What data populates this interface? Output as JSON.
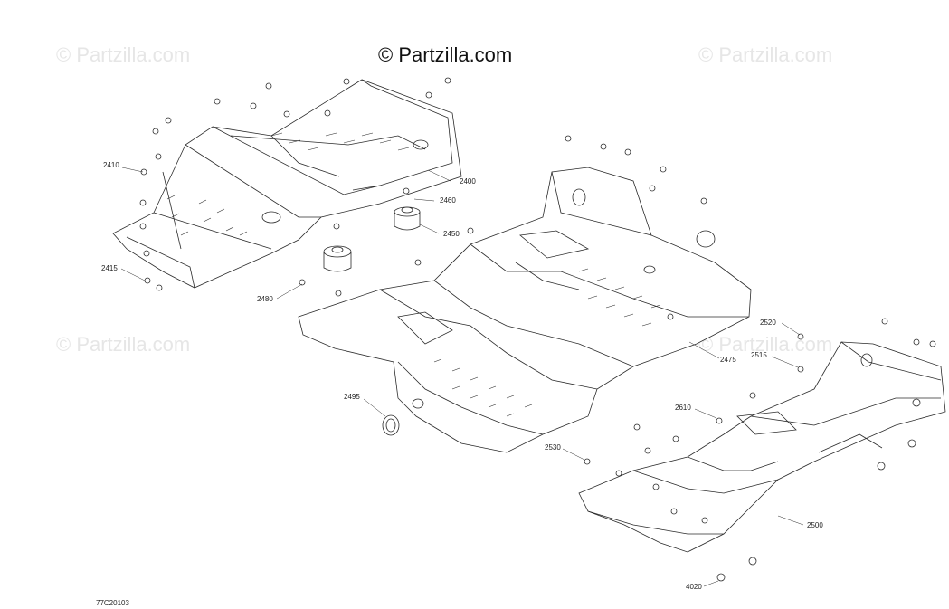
{
  "copyright": "© Partzilla.com",
  "watermarks": [
    "© Partzilla.com",
    "© Partzilla.com",
    "© Partzilla.com",
    "© Partzilla.com"
  ],
  "diagram_code": "77C20103",
  "callouts": {
    "c2400": "2400",
    "c2410": "2410",
    "c2415": "2415",
    "c2460": "2460",
    "c2450": "2450",
    "c2480": "2480",
    "c2475": "2475",
    "c2495": "2495",
    "c2520": "2520",
    "c2515": "2515",
    "c2610": "2610",
    "c2530": "2530",
    "c2500": "2500",
    "c4020": "4020"
  },
  "colors": {
    "line": "#2b2b2b",
    "watermark": "#e6e6e6"
  }
}
